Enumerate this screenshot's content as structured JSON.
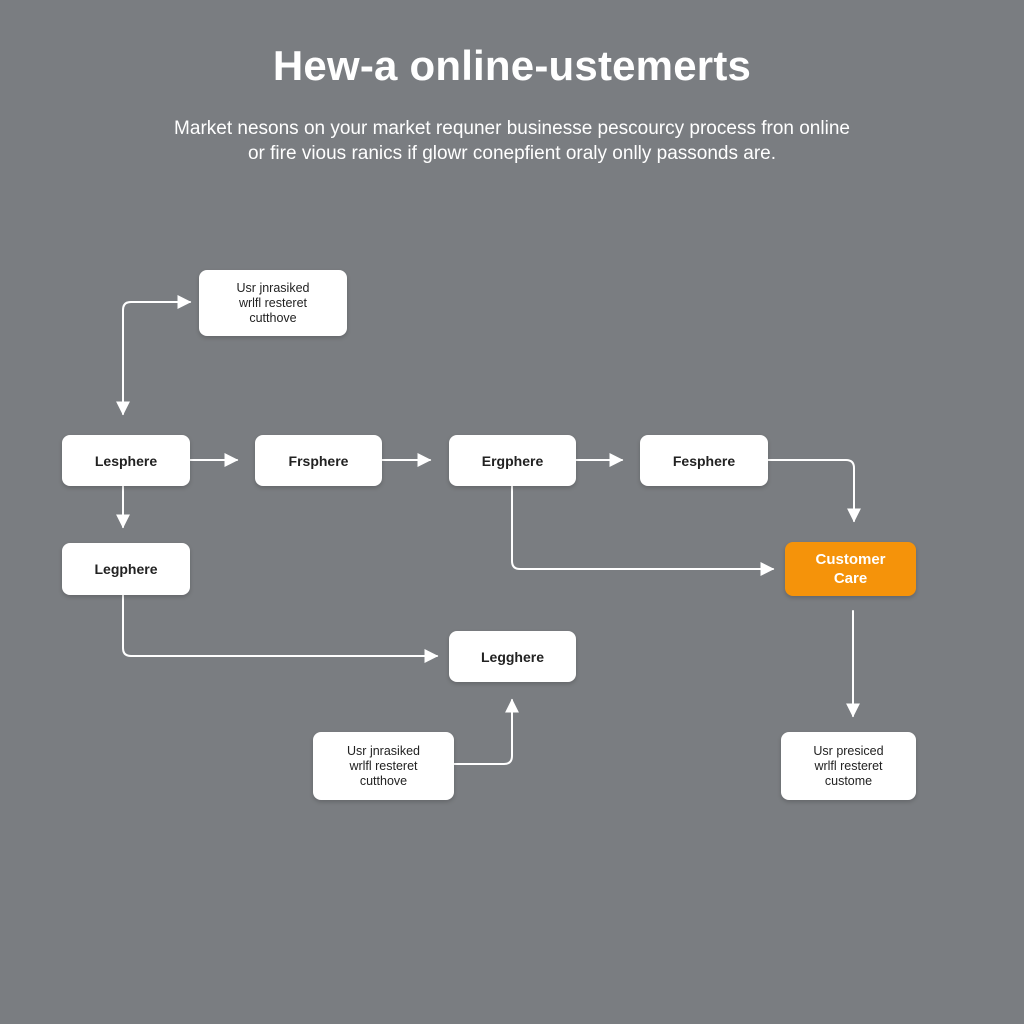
{
  "title": "Hew-a online-ustemerts",
  "subtitle": {
    "line1": "Market nesons on your market requner businesse pescourcy process fron online",
    "line2": "or fire vious ranics if glowr conepfient oraly onlly passonds are."
  },
  "nodes": {
    "note_top": {
      "lines": [
        "Usr jnrasiked",
        "wrlfl resteret",
        "cutthove"
      ]
    },
    "step_1": {
      "label": "Lesphere"
    },
    "step_2": {
      "label": "Frsphere"
    },
    "step_3": {
      "label": "Ergphere"
    },
    "step_4": {
      "label": "Fesphere"
    },
    "step_left": {
      "label": "Legphere"
    },
    "step_mid": {
      "label": "Legghere"
    },
    "customer_care": {
      "lines": [
        "Customer",
        "Care"
      ]
    },
    "note_bottom_left": {
      "lines": [
        "Usr jnrasiked",
        "wrlfl resteret",
        "cutthove"
      ]
    },
    "note_bottom_right": {
      "lines": [
        "Usr presiced",
        "wrlfl resteret",
        "custome"
      ]
    }
  },
  "colors": {
    "background": "#7a7d81",
    "node": "#ffffff",
    "accent": "#f5930a",
    "connector": "#ffffff"
  }
}
